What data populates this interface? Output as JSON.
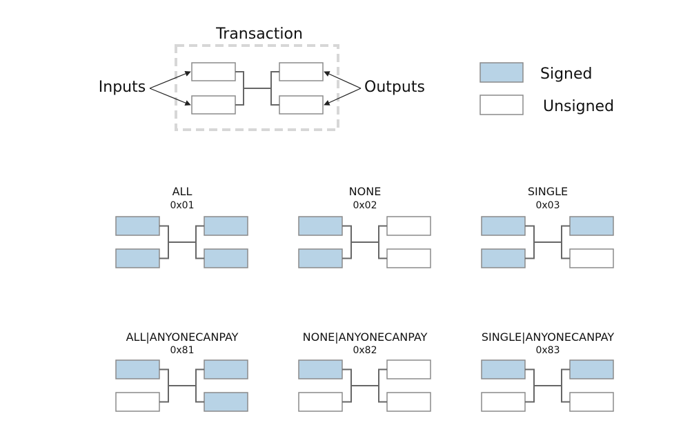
{
  "colors": {
    "signed": "#b8d3e6",
    "unsigned": "#ffffff",
    "box_border": "#8a8a8a",
    "connector": "#666666",
    "dashed_frame": "#d7d7d7"
  },
  "overview": {
    "title": "Transaction",
    "inputs_label": "Inputs",
    "outputs_label": "Outputs"
  },
  "legend": {
    "signed_label": "Signed",
    "unsigned_label": "Unsigned"
  },
  "sighash_modes": [
    {
      "name": "ALL",
      "code": "0x01",
      "inputs_signed": [
        true,
        true
      ],
      "outputs_signed": [
        true,
        true
      ]
    },
    {
      "name": "NONE",
      "code": "0x02",
      "inputs_signed": [
        true,
        true
      ],
      "outputs_signed": [
        false,
        false
      ]
    },
    {
      "name": "SINGLE",
      "code": "0x03",
      "inputs_signed": [
        true,
        true
      ],
      "outputs_signed": [
        true,
        false
      ]
    },
    {
      "name": "ALL|ANYONECANPAY",
      "code": "0x81",
      "inputs_signed": [
        true,
        false
      ],
      "outputs_signed": [
        true,
        true
      ]
    },
    {
      "name": "NONE|ANYONECANPAY",
      "code": "0x82",
      "inputs_signed": [
        true,
        false
      ],
      "outputs_signed": [
        false,
        false
      ]
    },
    {
      "name": "SINGLE|ANYONECANPAY",
      "code": "0x83",
      "inputs_signed": [
        true,
        false
      ],
      "outputs_signed": [
        true,
        false
      ]
    }
  ]
}
